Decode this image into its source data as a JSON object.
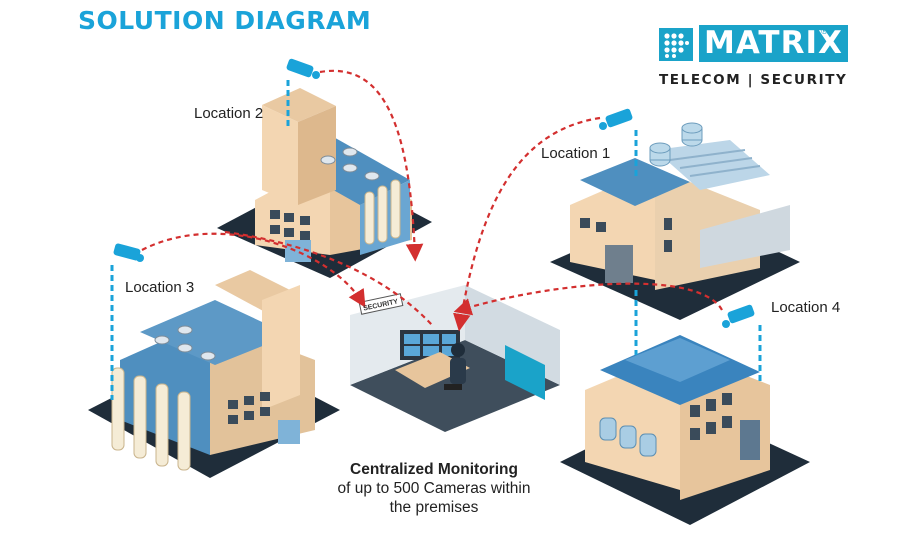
{
  "title": "SOLUTION DIAGRAM",
  "brand": {
    "name": "MATRIX",
    "registered": "®",
    "tagline": "TELECOM | SECURITY",
    "color": "#1aa3c9"
  },
  "locations": [
    {
      "label": "Location 1"
    },
    {
      "label": "Location 2"
    },
    {
      "label": "Location 3"
    },
    {
      "label": "Location 4"
    }
  ],
  "security_sign": "SECURITY",
  "caption": {
    "headline": "Centralized Monitoring",
    "line2": "of up to 500 Cameras within",
    "line3": "the premises"
  },
  "colors": {
    "accent": "#1aa3d9",
    "camera_link": "#d32f2f",
    "ground": "#1f2d3a",
    "roof": "#4f8fbf",
    "wall": "#f3d6b2"
  }
}
